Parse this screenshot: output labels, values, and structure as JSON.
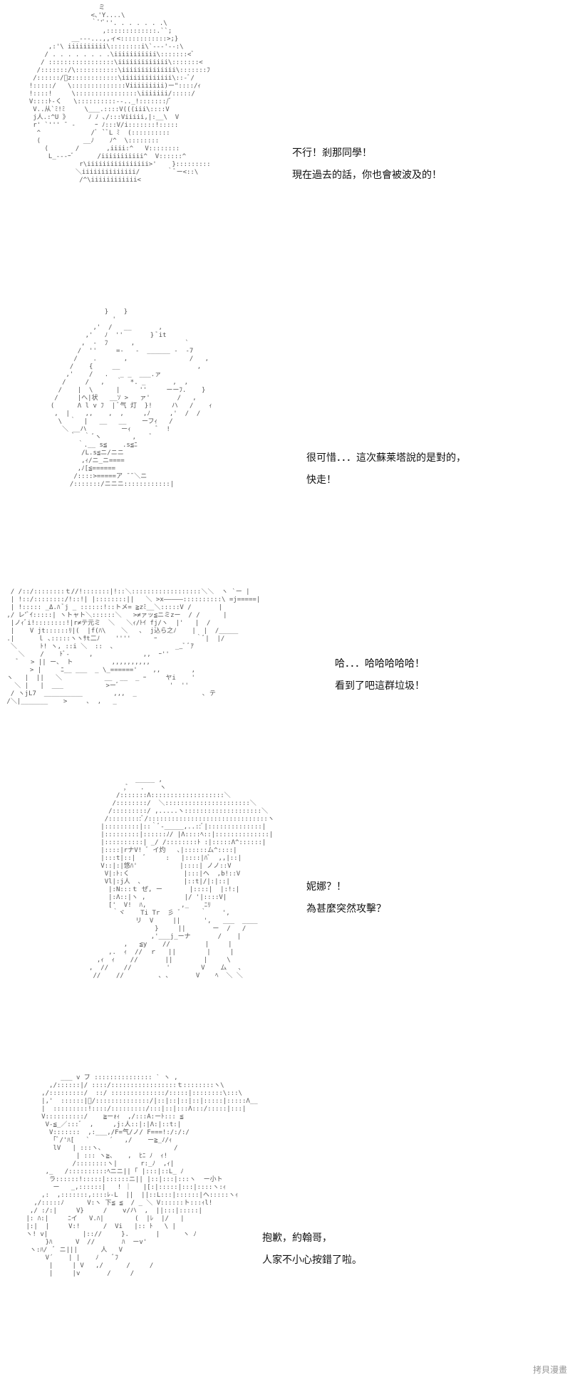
{
  "panels": [
    {
      "lines": [
        "不行！剎那同學！",
        "現在過去的話，你也會被波及的！"
      ],
      "art": [
        "                    ミ",
        "                  <､'Y....\\",
        "                  ｀ﾞ'ﾞ''. . . . . . .\\",
        "                     ,:::::::::::::.``;",
        "             __---...,,ィ<::::::::::::>;}",
        "       ,:'\\ iiiiiiiiii\\::::::::i\\`---'--:\\",
        "      / . . . . . . . .\\iiiiiiiiiii\\:::::::<ﾞ",
        "     / :::::::::::::::::\\iiiiiiiiiiiii\\:::::::<",
        "    /:::::::/\\:::::::::::\\iiiiiiiiiiiiii\\:::::::ﾌ",
        "   /::::::/ﾞz::::::::::::\\iiiiiiiiiiiii\\::-ﾞ/",
        "  !:::::/   \\::::::::::::::Viiiiiiiii)ー\"::::/ｨ",
        "  !::::!     \\::::::::::::::::\\iiiiiii/:::::/",
        "  V::::ﾄ-く   \\::::::::::--.._!:::::::/ﾞ",
        "   V..从`ﾐ!ﾐ     \\___.::::V(((iii\\::::V",
        "   j人.:^U 》     ﾉ ﾉ ､/:::Viiiii,|:__\\  V",
        "   r' `''' ̄  -     ｰ ﾉ:::V/i:::::::!:::::",
        "    ^             /ﾞ `ﾞL ﾐ  (::::::::::",
        "    (           __ﾉ    ﾉ^  \\::::::::",
        "      (       /       ,iiii:^   V::::::::",
        "       L_---ｰﾞ      /iiiiiiiiiii^  V::::::^",
        "               r\\iiiiiiiiiiiiiiii>'    }:::::::::",
        "              ＼iiiiiiiiiiiiii/       ｀ﾞー<::\\",
        "               /^\\iiiiiiiiiiii<"
      ]
    },
    {
      "lines": [
        "很可惜．．．這次蘇莱塔說的是對的，",
        "快走！"
      ],
      "art": [
        "                }    }",
        "                  '",
        "             ,'  /   __       ,",
        "           ,'   ﾉ  ''       } ﾞit",
        "          ,  -  ﾌ      ,             `",
        "         /  ''     =-   -  ______ -  -7",
        "        /    .       ,                /   ,",
        "       /    {     __                    ,",
        "      ,'    /   .   _ _  ___.ァ",
        "     /     /   ,   ｀  *. _       ,  ,",
        "    /    |  \\      |     ''     ーーﾌ.    }",
        "   /     |へ|状   __ｿ >   ァ'       /   ,",
        "  (      Λ l v ﾌ  | ﾞ气 灯  }!     ハ   /    ｨ",
        "   ,  |    ,,    ,  ,     ,ﾉ     ,'  /  /",
        "    \\  ｀  |   __   __    ーフｨ   /",
        "     ＼ __ハ         ーｨ       ﾞ  !",
        "       ｀  ｀ ﾞヽ        ,    ﾞ",
        "         ｀.__ s≦    .s≦ﾆ",
        "          /L.s≦ニ/ニニ",
        "          ,ｨ/ニ_ニ====",
        "         ,ﾉ[≦======",
        "        /::::>=====ア ̄ ̄ ＼ニ",
        "       /:::::::/ニニニ::::::::::::|"
      ]
    },
    {
      "lines": [
        "哈．．．哈哈哈哈哈！",
        "看到了吧這群垃圾！"
      ],
      "art": [
        "  / /::/::::::::ｔ//!:::::::|!::＼::::::::::::::::::＼＼  ヽ `ー |",
        "  | !::/::::::::/!::!| |::::::::||   ＼ >x―――――::::::::::\\ =j=====|",
        "  | !::::: _Δ.ﾊ ﾞj _ ::::::!::トメ= ≧zﾐ__＼:::::V /       |",
        " ,/ レ'ﾞｲ:::::| ヽトャト＼::::::＼   >≠ァッ≦ニミzー  / /      |",
        "  |ノｨﾞi!::::::::!|r≠テ元ミ  ＼   ＼ｨ/ﾄｲ fj/ヽ  |'   |  /",
        "  |    V jt::::::ﾘ|(  |f(ﾊ\\    ＼   ､  j込ら之ﾉ    |  |  /_____",
        " .|      ｌ ､:::::ヽヽｻt二ﾉ    ''''      ｰ          ｀ﾞ|  |/",
        "  ＼      ﾄ! ヽ, ::i ＼  ::  ､                __ﾞ ﾞｱ",
        "    ＼    /    ﾄﾞ-     ,             ,,  ｰ''",
        "    ﾞ   > || ー、 ト          ,,,,,,,,,,",
        "       > |     ﾆ__ ___  _ \\_======'    ,,        ,",
        " ヽ   |  ||   ＼           __  __  _ ｰ     ヤi    '",
        "   ＼ |   |  ___           >ーﾞ             '  ''",
        "  / ヽjL7  __________        ,,,  _                 ､ テ",
        " /＼|_______    >     ､  ,   _"
      ]
    },
    {
      "lines": [
        "妮娜？！",
        "為甚麼突然攻擊？"
      ],
      "art": [
        "                        _____ ,",
        "                     ,ﾞ   .    ヽ",
        "                   /:::::::Λ:::::::::::::::::::＼",
        "                  /::::::::/  ＼::::::::::::::::::::::＼",
        "                 /:::::::::/ ,.....ヽ::::::::::::::::::::＼",
        "                /:::::::::ﾞ/:::::::::::::::::::::::::::::::ヽ",
        "               |:::::::::|::｀ﾞ-_____,..::ﾞ|::::::::::::::|",
        "               |:::::::::|::::::ﾉ/ |Λ::::ﾍ::|::::::::::::::|",
        "               |::::::::::| _/ /::::::::ﾄ :|:::::Λ^::::::|",
        "               |::::|rナV! ﾞ イ灼   ､|::::::ム^::::|",
        "               |:::t|::|  ﾞ     :   |::::|ﾊﾞ  ,,|::|",
        "               V::|:|悠ﾊ'           |::::| ノノ::V",
        "                V|:ﾄ:く              |:::|ヘ  ,b!::V",
        "                Vl|:j人  ､           |::t|/|:|::|",
        "                 |:N:::ｔ ぜ, ー       |::::|  |:!:|",
        "                 |:Λ::|ヽ ,          |/ '|::::V|",
        "                 ['  V!  ﾊ,         ,_    ﾆﾘ",
        "                  ｀ヾ    Ti Tr  彡 ﾞ     ｀    ',",
        "                        リ  V     ||      ',   ___  ____",
        "                             }     ||       ー  /   /",
        "                            ,'___j_ーナ       /    |",
        "                     ,   ≦y    //         |     |",
        "                 ,.  ｨ  //  ｒ   ||        |     |",
        "              ,ｨ  ｨ    //       ||        |     \\",
        "            ,  //    //         '        V    ム   ､",
        "             //    //         ､ ､       V    ﾍ  ＼ ＼"
      ]
    },
    {
      "lines": [
        "抱歉，約翰哥，",
        "人家不小心按錯了啦。"
      ],
      "art": [
        "               ___ v ブ ::::::::::::::: ` ヽ ,",
        "            ,/::::::|/ ::::/:::::::::::::::::ｔ::::::::ヽ\\",
        "          ,/:::::::::/  ::/ ::::::::::::::/:::::|::::::::\\:::\\",
        "          |,'  ::::::|ﾞ/::::::::::::::/|::|::|::|::|:::::|:::::Λ__",
        "          |  :::::::::!::::/:::::::::/:::|::|:::Λ:::/:::::|:::|",
        "          V::::::::::/    ≧ーｫｨ  ,/:::A:ーﾄ::: ≦",
        "           V-≦_／:::ﾞ  ,     ,j:人::|:|Λ:|::t:|",
        "            V:::::::  ,:___,/F=气/ノ/ F===!:/:/:/",
        "             ｢ﾞ/'ﾊ[   `     ´   ,/    ー≧_ﾉ/ｨ",
        "             lV   | :::ヽ、                  /",
        "                   | ::: ヽ≧、   ,  ﾋﾆ ﾉ  ｨ!",
        "                  /::::::::ヽ|      r:_ﾉ  ,ｨ|",
        "           ,_   /::::::::::ﾍニニ|| ｢ |:::|::L_ ﾉ",
        "            ラ::::::!:::::|::::::ニ|| |::|:::|:::ヽ  ー小ト",
        "             ー   _,::::::|   ! ｜   |[:|:::::|:::|::::ヽ:ｨ",
        "          ,:  ,:::::::,::::ﾚ-L  ||  ||::L:::|::::::|ヘ:::::ヽｨ",
        "        ,/:::::ﾉ      V:ヽ 下≦ ≦  / _ ＼ V::::::ト:::ｨl!",
        "       ,/ :/:|     V}     /    v/ハ  ,  ||:::|:::::|",
        "      |: ﾊ:|     ﾆイ   V.ﾊ|        (  |ﾚ  |/   |",
        "      |:|  |     V:!      /  Vi   |:: ﾄ   \\ |",
        "      ヽ! v|         |:://     }.       |      ヽ ﾉ",
        "           }ﾊ      V  //       ﾊ  ーv'",
        "       ヽ:ﾊ/  ﾞ ニ|||      人   V",
        "           V´    | |    ﾉ    ﾞﾌ",
        "            |     | V   ,/      /     /",
        "            |     |v       /     /"
      ]
    }
  ],
  "watermark": "拷貝漫畫"
}
